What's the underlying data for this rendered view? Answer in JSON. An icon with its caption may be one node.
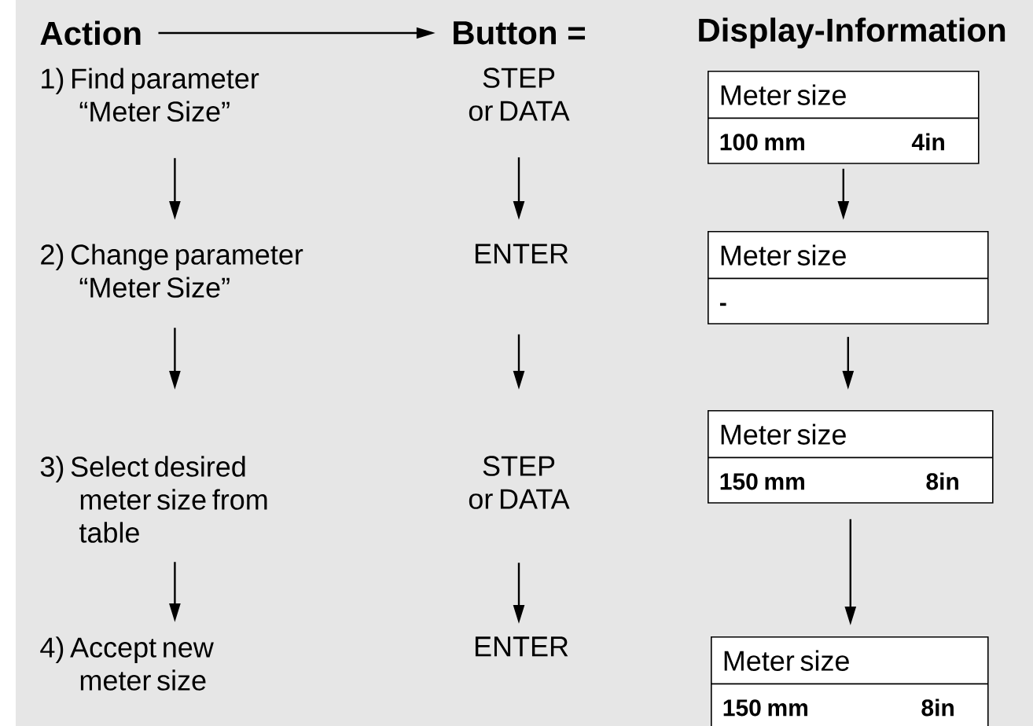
{
  "diagram": {
    "nodes": [
      {
        "text": [
          "Action"
        ]
      },
      {
        "text": [
          "Button ="
        ]
      },
      {
        "text": [
          "1) Find parameter “Meter Size”"
        ]
      },
      {
        "text": [
          "STEP or DATA"
        ]
      },
      {
        "text": [
          "Meter size",
          "100 mm",
          "4in"
        ]
      },
      {
        "text": [
          "2) Change parameter “Meter Size”"
        ]
      },
      {
        "text": [
          "ENTER"
        ]
      },
      {
        "text": [
          "Meter size",
          "-"
        ]
      },
      {
        "text": [
          "3) Select desired meter size from table"
        ]
      },
      {
        "text": [
          "STEP or DATA"
        ]
      },
      {
        "text": [
          "Meter size",
          "150 mm",
          "8in"
        ]
      },
      {
        "text": [
          "4) Accept new meter size"
        ]
      },
      {
        "text": [
          "ENTER"
        ]
      },
      {
        "text": [
          "Meter size",
          "150 mm",
          "8in"
        ]
      }
    ],
    "edges": [
      {
        "from": 0,
        "to": 1,
        "arrow": "to"
      },
      {
        "from": 2,
        "to": 5,
        "arrow": "to"
      },
      {
        "from": 5,
        "to": 8,
        "arrow": "to"
      },
      {
        "from": 8,
        "to": 11,
        "arrow": "to"
      },
      {
        "from": 3,
        "to": 6,
        "arrow": "to"
      },
      {
        "from": 6,
        "to": 9,
        "arrow": "to"
      },
      {
        "from": 9,
        "to": 12,
        "arrow": "to"
      },
      {
        "from": 4,
        "to": 7,
        "arrow": "to"
      },
      {
        "from": 7,
        "to": 10,
        "arrow": "to"
      },
      {
        "from": 10,
        "to": 13,
        "arrow": "to"
      }
    ],
    "labels": [
      "Display-Information"
    ]
  }
}
